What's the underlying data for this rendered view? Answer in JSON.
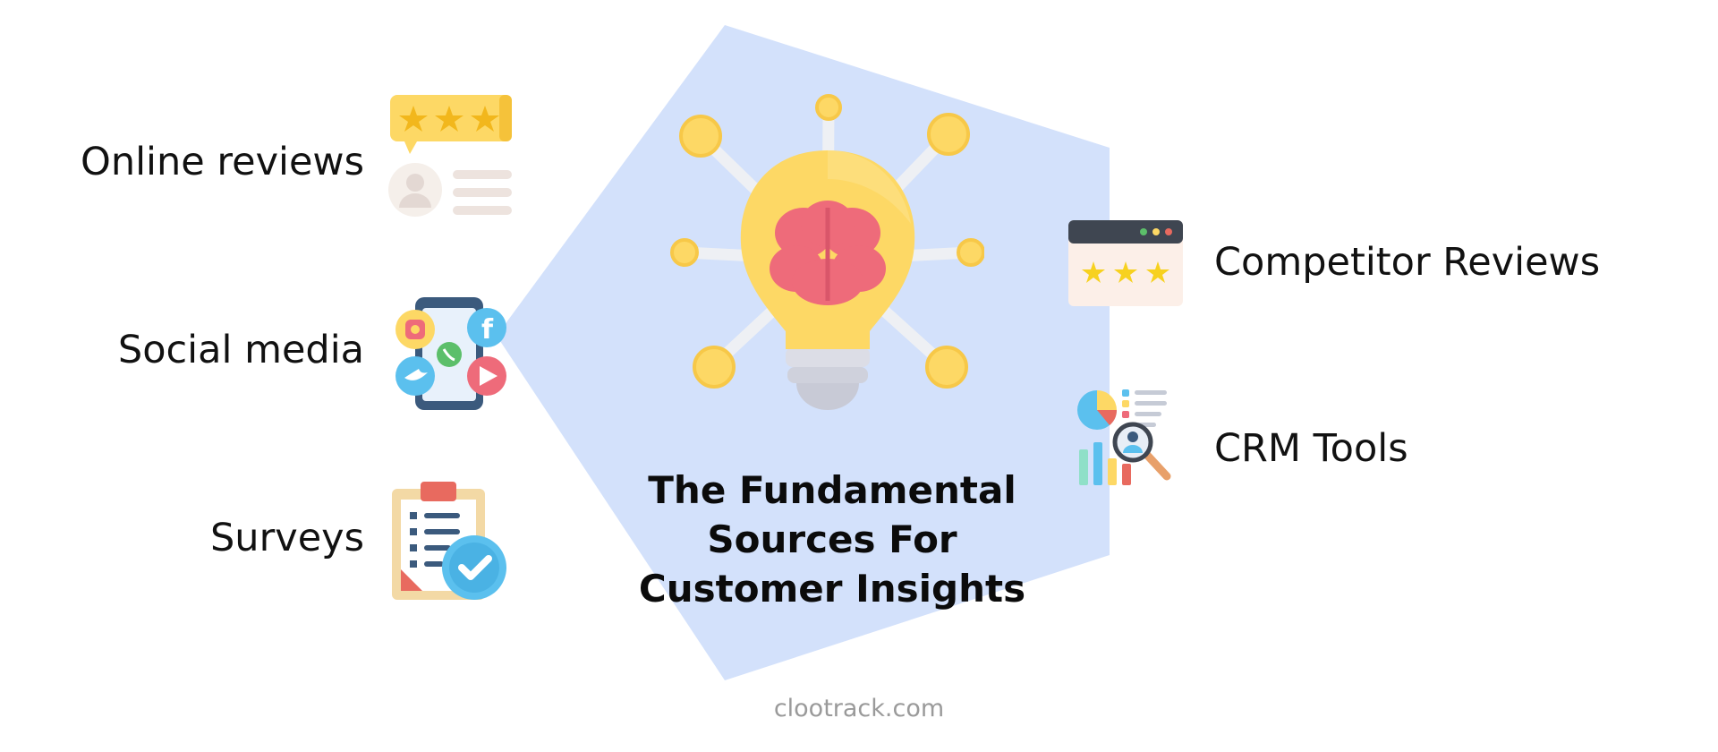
{
  "diagram": {
    "center_title_lines": [
      "The Fundamental",
      "Sources For",
      "Customer Insights"
    ],
    "sources": {
      "online_reviews": "Online reviews",
      "social_media": "Social media",
      "surveys": "Surveys",
      "competitor_reviews": "Competitor Reviews",
      "crm_tools": "CRM Tools"
    },
    "footer": "clootrack.com"
  },
  "colors": {
    "pentagon": "#d3e1fb",
    "bulb": "#fdd865",
    "brain": "#ee6b7a",
    "accent_blue": "#5bc0ee",
    "star": "#f2b71c"
  },
  "icons": [
    "lightbulb-brain-icon",
    "review-stars-icon",
    "social-phone-icon",
    "survey-clipboard-icon",
    "browser-stars-icon",
    "crm-analytics-icon"
  ]
}
